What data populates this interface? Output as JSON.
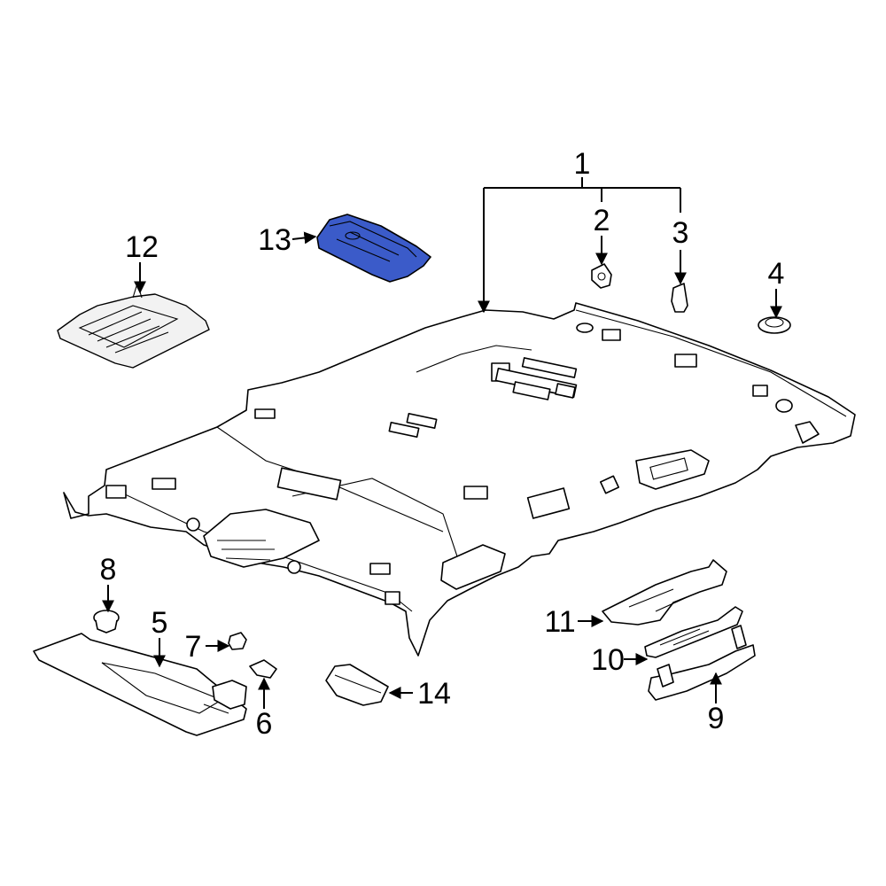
{
  "colors": {
    "line": "#000000",
    "background": "#ffffff",
    "highlight": "#3b5bc9",
    "part_shade": "#f2f2f2"
  },
  "callouts": {
    "c1": "1",
    "c2": "2",
    "c3": "3",
    "c4": "4",
    "c5": "5",
    "c6": "6",
    "c7": "7",
    "c8": "8",
    "c9": "9",
    "c10": "10",
    "c11": "11",
    "c12": "12",
    "c13": "13",
    "c14": "14"
  },
  "highlighted_part": "13"
}
